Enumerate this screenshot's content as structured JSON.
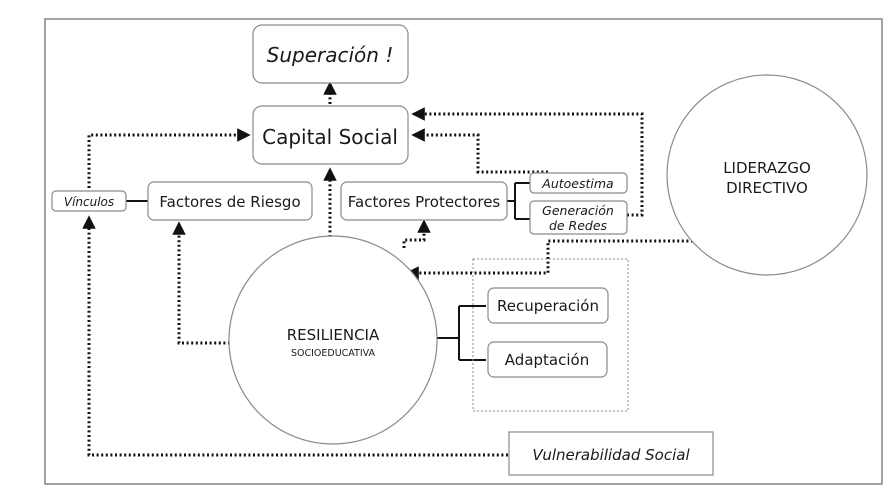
{
  "diagram": {
    "nodes": {
      "superacion": "Superación !",
      "capital_social": "Capital Social",
      "vinculos": "Vínculos",
      "factores_riesgo": "Factores de Riesgo",
      "factores_protectores": "Factores Protectores",
      "autoestima": "Autoestima",
      "generacion_redes_line1": "Generación",
      "generacion_redes_line2": "de Redes",
      "liderazgo_line1": "LIDERAZGO",
      "liderazgo_line2": "DIRECTIVO",
      "resiliencia_line1": "RESILIENCIA",
      "resiliencia_line2": "SOCIOEDUCATIVA",
      "recuperacion": "Recuperación",
      "adaptacion": "Adaptación",
      "vulnerabilidad": "Vulnerabilidad Social"
    },
    "edges": [
      {
        "from": "Capital Social",
        "to": "Superación !",
        "style": "dotted"
      },
      {
        "from": "Vínculos",
        "to": "Capital Social",
        "style": "dotted"
      },
      {
        "from": "Autoestima",
        "to": "Capital Social",
        "style": "dotted"
      },
      {
        "from": "Generación de Redes",
        "to": "Capital Social",
        "style": "dotted"
      },
      {
        "from": "RESILIENCIA SOCIOEDUCATIVA",
        "to": "Capital Social",
        "style": "dotted"
      },
      {
        "from": "RESILIENCIA SOCIOEDUCATIVA",
        "to": "Factores de Riesgo",
        "style": "dotted"
      },
      {
        "from": "RESILIENCIA SOCIOEDUCATIVA",
        "to": "Factores Protectores",
        "style": "dotted"
      },
      {
        "from": "LIDERAZGO DIRECTIVO",
        "to": "RESILIENCIA SOCIOEDUCATIVA",
        "style": "dotted"
      },
      {
        "from": "Vulnerabilidad Social",
        "to": "Vínculos",
        "style": "dotted"
      },
      {
        "from": "Vínculos",
        "to": "Factores de Riesgo",
        "style": "solid"
      },
      {
        "from": "Factores Protectores",
        "to": "Autoestima",
        "style": "solid"
      },
      {
        "from": "Factores Protectores",
        "to": "Generación de Redes",
        "style": "solid"
      },
      {
        "from": "RESILIENCIA SOCIOEDUCATIVA",
        "to": "Recuperación",
        "style": "solid"
      },
      {
        "from": "RESILIENCIA SOCIOEDUCATIVA",
        "to": "Adaptación",
        "style": "solid"
      }
    ]
  }
}
